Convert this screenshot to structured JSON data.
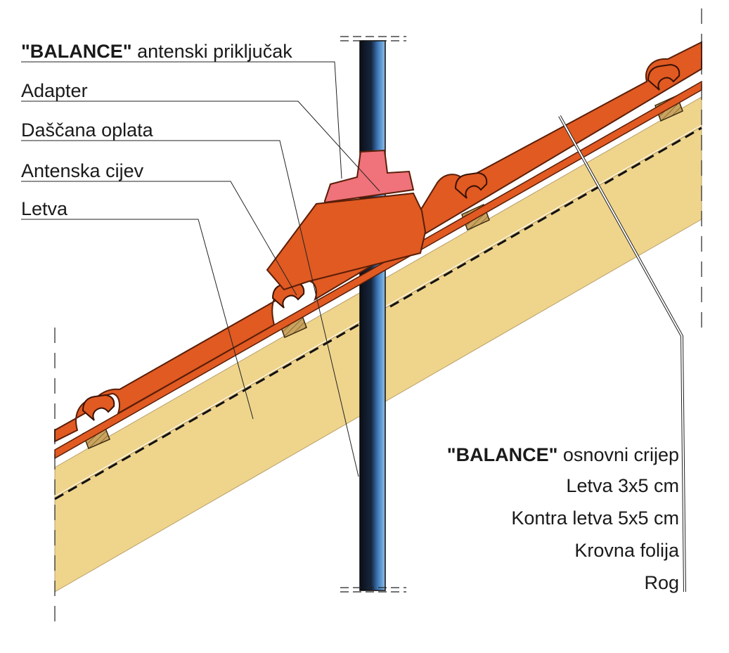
{
  "labels_left": {
    "antenna_connector": {
      "bold": "\"BALANCE\"",
      "rest": " antenski priključak"
    },
    "adapter": "Adapter",
    "board_sheathing": "Daščana oplata",
    "antenna_pipe": "Antenska cijev",
    "batten": "Letva"
  },
  "labels_right": {
    "basic_tile": {
      "bold": "\"BALANCE\"",
      "rest": " osnovni crijep"
    },
    "batten_size": "Letva 3x5 cm",
    "counter_batten": "Kontra letva 5x5 cm",
    "roof_membrane": "Krovna folija",
    "rafter": "Rog"
  },
  "colors": {
    "tile": "#e05a22",
    "tile_outline": "#5a1e08",
    "wood": "#efd48c",
    "batten_wood": "#c9a460",
    "adapter_top": "#f0727a",
    "pipe_dark": "#0f1a2a",
    "pipe_light": "#6fa8dc"
  }
}
